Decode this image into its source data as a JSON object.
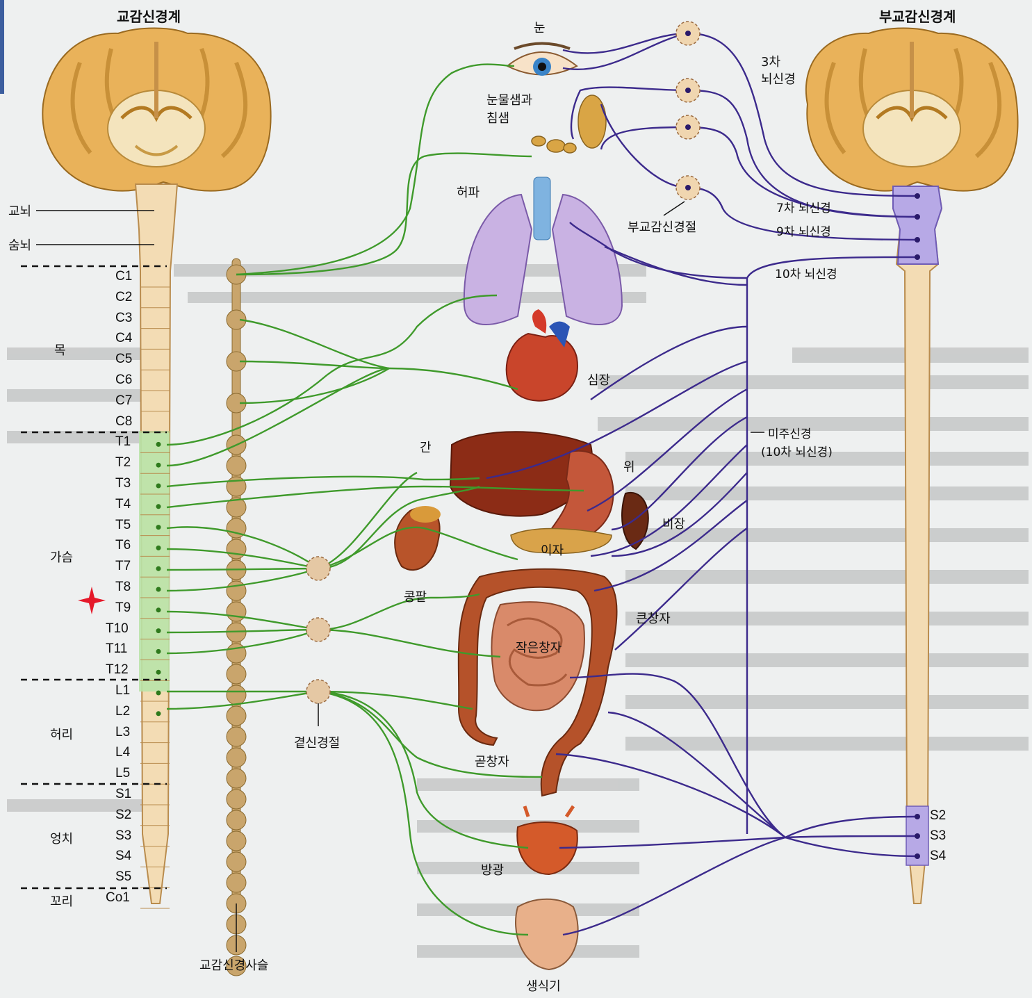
{
  "headers": {
    "sympathetic": "교감신경계",
    "parasympathetic": "부교감신경계"
  },
  "brainstem_labels": {
    "pons": "교뇌",
    "medulla": "숨뇌"
  },
  "regions": {
    "neck": "목",
    "chest": "가슴",
    "waist": "허리",
    "sacral": "엉치",
    "tail": "꼬리"
  },
  "segments": [
    "C1",
    "C2",
    "C3",
    "C4",
    "C5",
    "C6",
    "C7",
    "C8",
    "T1",
    "T2",
    "T3",
    "T4",
    "T5",
    "T6",
    "T7",
    "T8",
    "T9",
    "T10",
    "T11",
    "T12",
    "L1",
    "L2",
    "L3",
    "L4",
    "L5",
    "S1",
    "S2",
    "S3",
    "S4",
    "S5",
    "Co1"
  ],
  "sacral_para_segments": [
    "S2",
    "S3",
    "S4"
  ],
  "organs": {
    "eye": "눈",
    "glands_line1": "눈물샘과",
    "glands_line2": "침샘",
    "lung": "허파",
    "heart": "심장",
    "liver": "간",
    "stomach": "위",
    "spleen": "비장",
    "pancreas": "이자",
    "kidney": "콩팥",
    "large_intestine": "큰창자",
    "small_intestine": "작은창자",
    "rectum": "곧창자",
    "bladder": "방광",
    "genitals": "생식기"
  },
  "nerves": {
    "cn3_line1": "3차",
    "cn3_line2": "뇌신경",
    "cn7": "7차 뇌신경",
    "cn9": "9차 뇌신경",
    "cn10": "10차 뇌신경",
    "vagus": "미주신경",
    "vagus_sub": "(10차 뇌신경)"
  },
  "ganglia": {
    "parasympathetic_ganglion": "부교감신경절",
    "collateral_ganglion": "곁신경절",
    "sympathetic_chain": "교감신경사슬"
  },
  "colors": {
    "sympathetic_fiber": "#3f9a2b",
    "parasympathetic_fiber": "#3c2a8c",
    "spinal_cord": "#f3dcb4",
    "sympathetic_zone": "#b9e3a8",
    "parasympathetic_zone": "#b7a9e6",
    "chain": "#c9a56c",
    "marker": "#e5192a"
  }
}
